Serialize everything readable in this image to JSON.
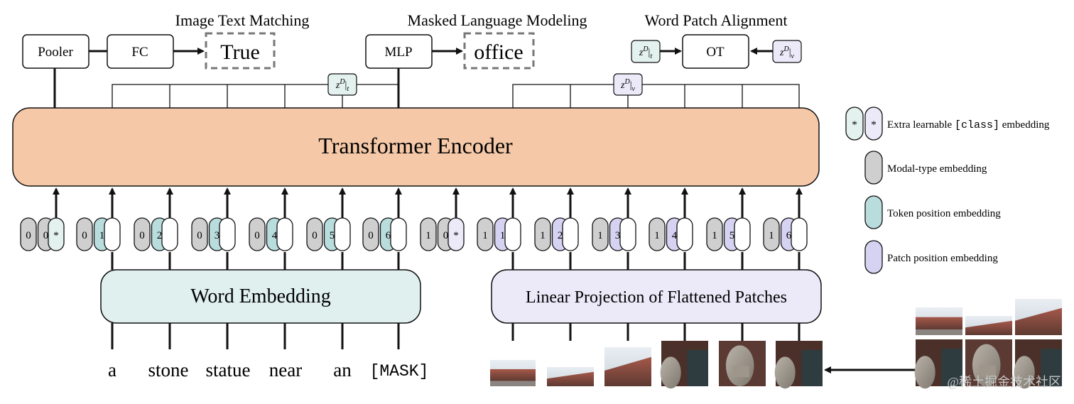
{
  "heads": {
    "itm_title": "Image Text Matching",
    "mlm_title": "Masked Language Modeling",
    "wpa_title": "Word Patch Alignment",
    "pooler": "Pooler",
    "fc": "FC",
    "itm_output": "True",
    "mlm": "MLP",
    "mlm_output": "office",
    "ot": "OT"
  },
  "z_labels": {
    "base": "z",
    "sup": "D",
    "text_sub": "t",
    "visual_sub": "v"
  },
  "encoder": {
    "label": "Transformer Encoder"
  },
  "word_embedding": {
    "label": "Word Embedding"
  },
  "patch_projection": {
    "label": "Linear Projection of Flattened Patches"
  },
  "text_tokens": [
    {
      "modal": "0",
      "pos": "0",
      "cls": "*"
    },
    {
      "modal": "0",
      "pos": "1"
    },
    {
      "modal": "0",
      "pos": "2"
    },
    {
      "modal": "0",
      "pos": "3"
    },
    {
      "modal": "0",
      "pos": "4"
    },
    {
      "modal": "0",
      "pos": "5"
    },
    {
      "modal": "0",
      "pos": "6"
    }
  ],
  "image_tokens": [
    {
      "modal": "1",
      "pos": "0",
      "cls": "*"
    },
    {
      "modal": "1",
      "pos": "1"
    },
    {
      "modal": "1",
      "pos": "2"
    },
    {
      "modal": "1",
      "pos": "3"
    },
    {
      "modal": "1",
      "pos": "4"
    },
    {
      "modal": "1",
      "pos": "5"
    },
    {
      "modal": "1",
      "pos": "6"
    }
  ],
  "words": [
    "a",
    "stone",
    "statue",
    "near",
    "an",
    "[MASK]"
  ],
  "legend": [
    {
      "type": "cls",
      "glyph": "*",
      "text_before": "Extra learnable ",
      "code": "[class]",
      "text_after": " embedding"
    },
    {
      "type": "modal",
      "text": "Modal-type embedding"
    },
    {
      "type": "token",
      "text": "Token position embedding"
    },
    {
      "type": "patch",
      "text": "Patch position embedding"
    }
  ],
  "watermark": "@稀土掘金技术社区",
  "colors": {
    "encoder": "#f5c8a8",
    "word_embedding": "#e0f0ef",
    "patch_projection": "#eceaf9",
    "modal": "#cfcfcf",
    "token_position": "#b9dcdc",
    "patch_position": "#d6d2f2",
    "cls_text": "#e3f1ef",
    "plain": "#ffffff"
  },
  "icons": [
    "arrow-icon",
    "photo-patch-icon"
  ]
}
